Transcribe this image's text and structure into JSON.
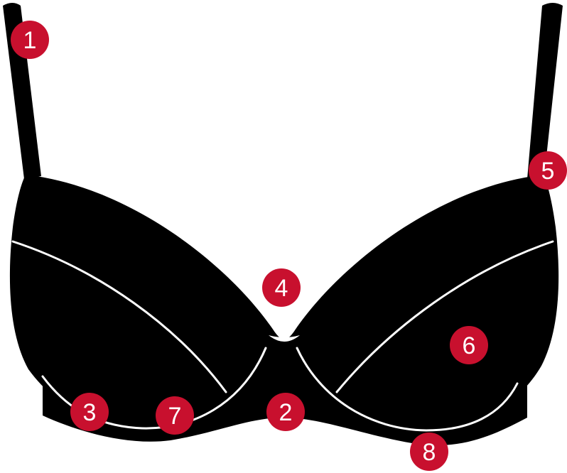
{
  "colors": {
    "garment": "#000000",
    "seam": "#ffffff",
    "marker": "#c8102e",
    "marker_text": "#ffffff"
  },
  "markers": [
    {
      "label": "1"
    },
    {
      "label": "2"
    },
    {
      "label": "3"
    },
    {
      "label": "4"
    },
    {
      "label": "5"
    },
    {
      "label": "6"
    },
    {
      "label": "7"
    },
    {
      "label": "8"
    }
  ]
}
